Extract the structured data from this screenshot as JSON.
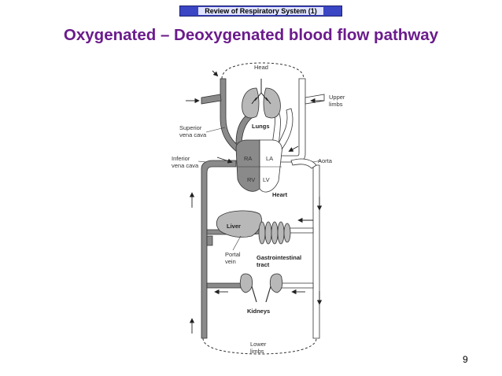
{
  "header": {
    "tab_label": "Review of Respiratory System (1)"
  },
  "slide": {
    "title": "Oxygenated – Deoxygenated blood flow pathway",
    "page_number": "9"
  },
  "diagram": {
    "labels": {
      "head": "Head",
      "upper_limbs_1": "Upper",
      "upper_limbs_2": "limbs",
      "lungs": "Lungs",
      "superior_vena_cava_1": "Superior",
      "superior_vena_cava_2": "vena cava",
      "inferior_vena_cava_1": "Inferior",
      "inferior_vena_cava_2": "vena cava",
      "ra": "RA",
      "la": "LA",
      "rv": "RV",
      "lv": "LV",
      "heart": "Heart",
      "aorta": "Aorta",
      "liver": "Liver",
      "portal_vein_1": "Portal",
      "portal_vein_2": "vein",
      "gi_tract_1": "Gastrointestinal",
      "gi_tract_2": "tract",
      "kidneys": "Kidneys",
      "lower_limbs_1": "Lower",
      "lower_limbs_2": "limbs"
    },
    "colors": {
      "deoxygenated": "#8a8a8a",
      "oxygenated": "#ffffff",
      "organ": "#b8b8b8",
      "outline": "#333333"
    }
  }
}
